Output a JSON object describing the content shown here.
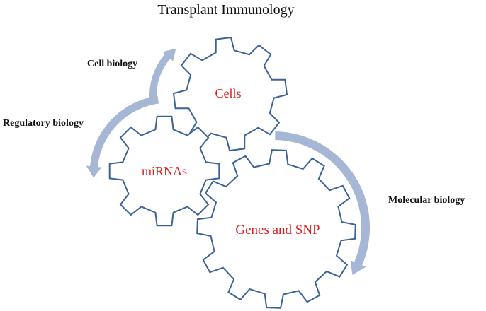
{
  "title": "Transplant Immunology",
  "colors": {
    "gear_stroke": "#3b6399",
    "arrow_fill": "#a6b7d6",
    "gear_label": "#e31a1c",
    "side_label": "#111111"
  },
  "gears": {
    "cells": {
      "label": "Cells",
      "teeth": 8
    },
    "mirnas": {
      "label": "miRNAs",
      "teeth": 8
    },
    "genes": {
      "label": "Genes and SNP",
      "teeth": 12
    }
  },
  "labels": {
    "cell_biology": "Cell biology",
    "regulatory_biology": "Regulatory biology",
    "molecular_biology": "Molecular biology"
  }
}
